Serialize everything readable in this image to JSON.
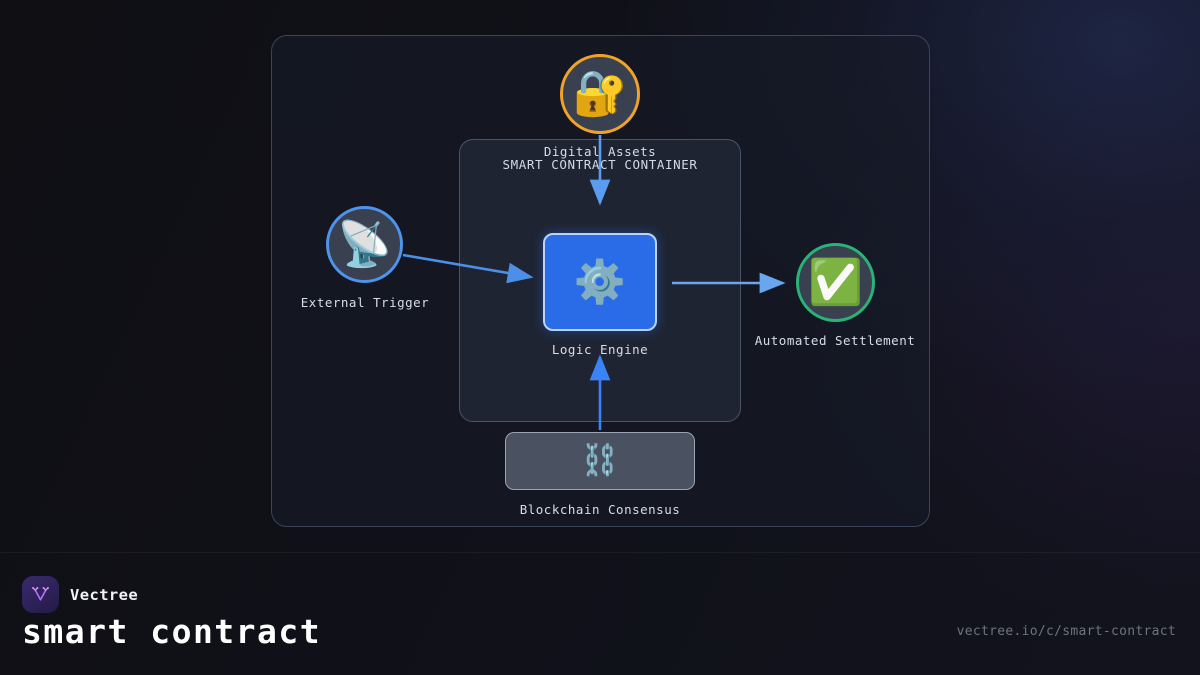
{
  "diagram": {
    "container_label": "SMART CONTRACT CONTAINER",
    "nodes": {
      "digital_assets": {
        "label": "Digital Assets",
        "icon": "lock-with-key-icon",
        "glyph": "🔐",
        "ring_color": "#f0a32a"
      },
      "external_trigger": {
        "label": "External Trigger",
        "icon": "satellite-dish-icon",
        "glyph": "📡",
        "ring_color": "#4e93ec"
      },
      "logic_engine": {
        "label": "Logic Engine",
        "icon": "gear-icon",
        "glyph": "⚙️",
        "box_color": "#2a6ce8",
        "border_color": "#b9d4f7"
      },
      "automated_settlement": {
        "label": "Automated Settlement",
        "icon": "check-mark-button-icon",
        "glyph": "✅",
        "ring_color": "#29b377"
      },
      "blockchain_consensus": {
        "label": "Blockchain Consensus",
        "icon": "chain-links-icon",
        "glyph": "⛓️",
        "box_color": "#4a5160"
      }
    },
    "arrows": [
      {
        "name": "digital-assets-to-logic-engine",
        "from": "digital_assets",
        "to": "logic_engine",
        "color": "#5b9cf0"
      },
      {
        "name": "external-trigger-to-logic-engine",
        "from": "external_trigger",
        "to": "logic_engine",
        "color": "#4d8fe8"
      },
      {
        "name": "logic-engine-to-automated-settlement",
        "from": "logic_engine",
        "to": "automated_settlement",
        "color": "#6aa5f0"
      },
      {
        "name": "blockchain-consensus-to-logic-engine",
        "from": "blockchain_consensus",
        "to": "logic_engine",
        "color": "#3b82f6"
      }
    ]
  },
  "footer": {
    "brand_name": "Vectree",
    "logo_icon": "vectree-branch-logo",
    "title": "smart contract",
    "url": "vectree.io/c/smart-contract",
    "accent_color": "#b06ef0"
  }
}
